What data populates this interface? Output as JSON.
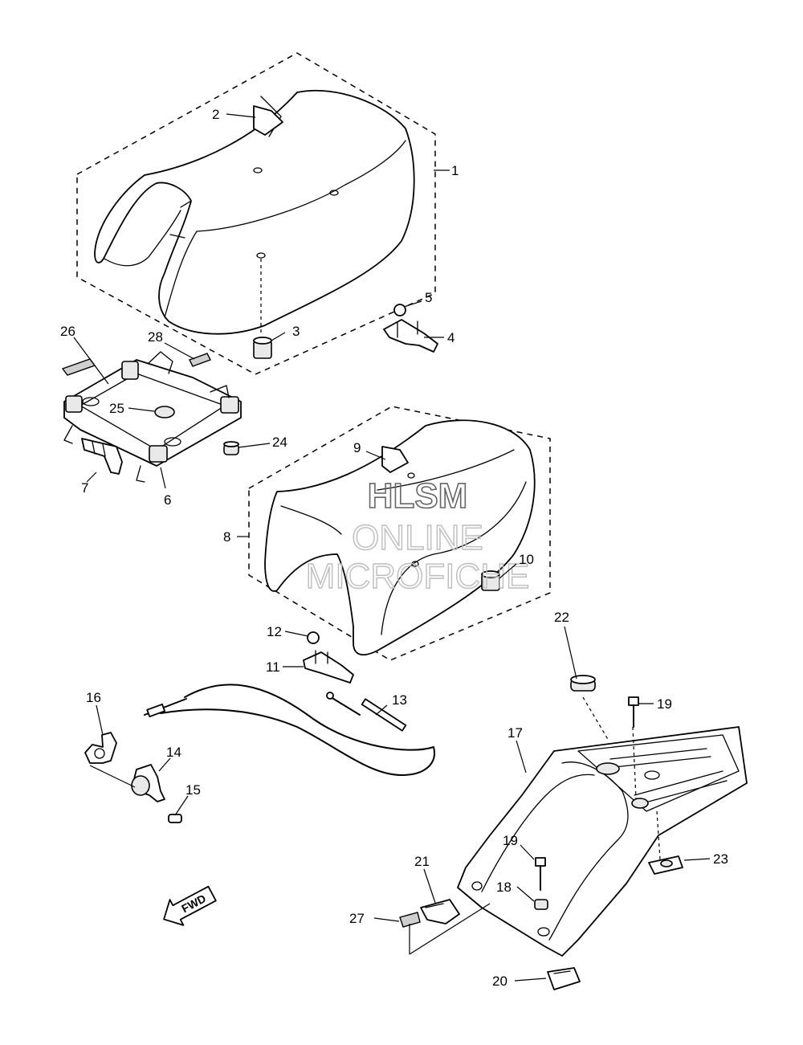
{
  "part_labels": [
    "1",
    "2",
    "3",
    "4",
    "5",
    "6",
    "7",
    "8",
    "9",
    "10",
    "11",
    "12",
    "13",
    "14",
    "15",
    "16",
    "17",
    "18",
    "19",
    "19",
    "20",
    "21",
    "22",
    "23",
    "24",
    "25",
    "26",
    "27",
    "28"
  ],
  "watermark": {
    "line1": "HLSM",
    "line2": "ONLINE",
    "line3": "MICROFICHE"
  },
  "direction_marker": "FWD"
}
